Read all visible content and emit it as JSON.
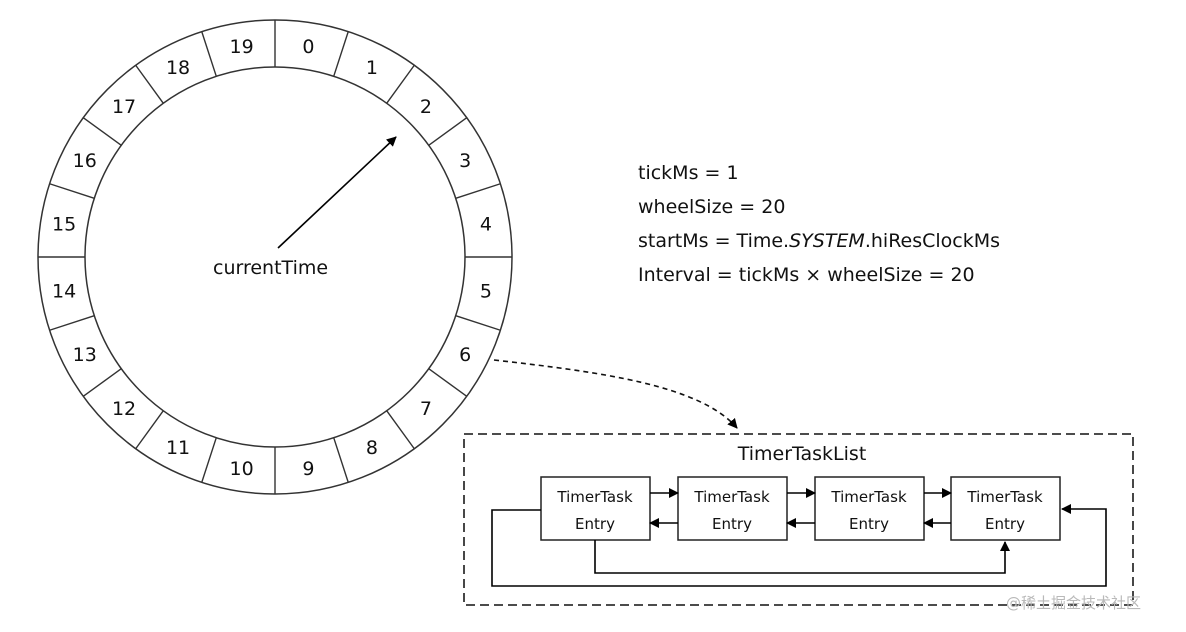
{
  "wheel": {
    "slots": [
      "0",
      "1",
      "2",
      "3",
      "4",
      "5",
      "6",
      "7",
      "8",
      "9",
      "10",
      "11",
      "12",
      "13",
      "14",
      "15",
      "16",
      "17",
      "18",
      "19"
    ],
    "pointer_label": "currentTime"
  },
  "params": {
    "tick": "tickMs = 1",
    "wheel_size": "wheelSize = 20",
    "start_prefix": "startMs = Time.",
    "start_system": "SYSTEM",
    "start_suffix": ".hiResClockMs",
    "interval": "Interval = tickMs × wheelSize = 20"
  },
  "task_list": {
    "title": "TimerTaskList",
    "entries": [
      {
        "line1": "TimerTask",
        "line2": "Entry"
      },
      {
        "line1": "TimerTask",
        "line2": "Entry"
      },
      {
        "line1": "TimerTask",
        "line2": "Entry"
      },
      {
        "line1": "TimerTask",
        "line2": "Entry"
      }
    ]
  },
  "watermark": "@稀土掘金技术社区"
}
